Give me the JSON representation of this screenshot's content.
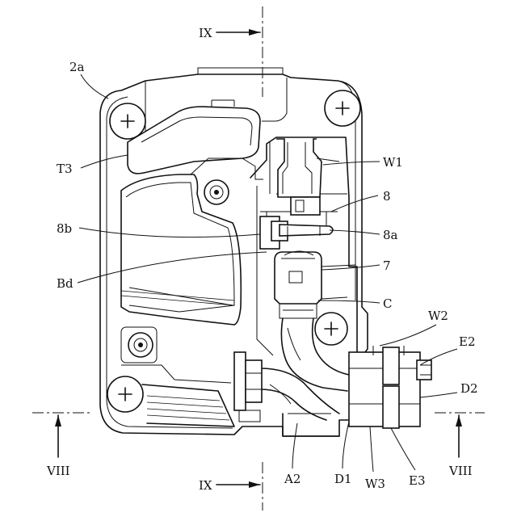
{
  "labels": {
    "ix_top": "IX",
    "ix_bottom": "IX",
    "viii_left": "VIII",
    "viii_right": "VIII",
    "l_2a": "2a",
    "l_T3": "T3",
    "l_8b": "8b",
    "l_Bd": "Bd",
    "l_W1": "W1",
    "l_8": "8",
    "l_8a": "8a",
    "l_7": "7",
    "l_C": "C",
    "l_W2": "W2",
    "l_E2": "E2",
    "l_D2": "D2",
    "l_A2": "A2",
    "l_D1": "D1",
    "l_W3": "W3",
    "l_E3": "E3"
  }
}
